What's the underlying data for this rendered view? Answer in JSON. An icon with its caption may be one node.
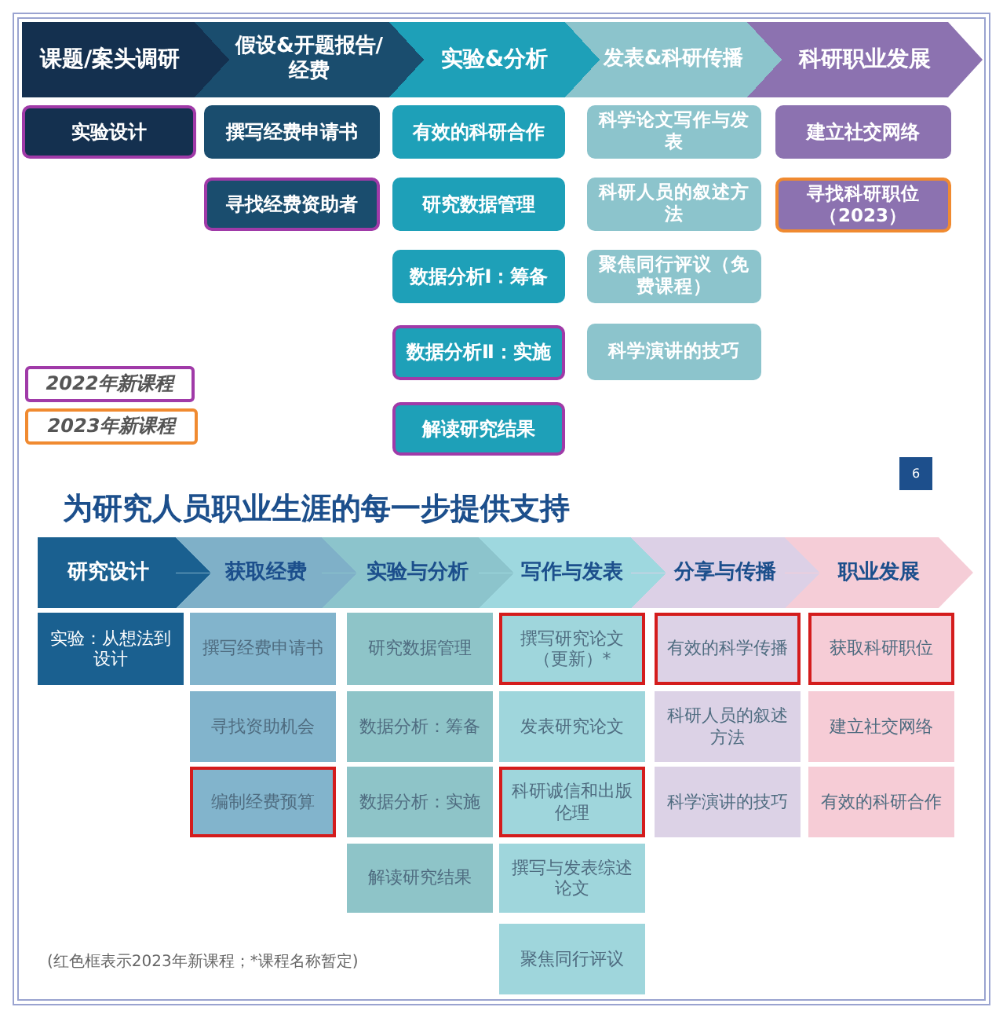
{
  "diagram": {
    "title": "为研究人员职业生涯的每一步提供支持",
    "nodes": [
      {
        "text": [
          "课题/案头调研"
        ]
      },
      {
        "text": [
          "假设&开题报告/经费"
        ]
      },
      {
        "text": [
          "实验&分析"
        ]
      },
      {
        "text": [
          "发表&科研传播"
        ]
      },
      {
        "text": [
          "科研职业发展"
        ]
      },
      {
        "text": [
          "实验设计"
        ]
      },
      {
        "text": [
          "撰写经费申请书"
        ]
      },
      {
        "text": [
          "寻找经费资助者"
        ]
      },
      {
        "text": [
          "有效的科研合作"
        ]
      },
      {
        "text": [
          "研究数据管理"
        ]
      },
      {
        "text": [
          "数据分析Ⅰ：筹备"
        ]
      },
      {
        "text": [
          "数据分析Ⅱ：实施"
        ]
      },
      {
        "text": [
          "解读研究结果"
        ]
      },
      {
        "text": [
          "科学论文写作与发表"
        ]
      },
      {
        "text": [
          "科研人员的叙述方法"
        ]
      },
      {
        "text": [
          "聚焦同行评议（免费课程）"
        ]
      },
      {
        "text": [
          "科学演讲的技巧"
        ]
      },
      {
        "text": [
          "建立社交网络"
        ]
      },
      {
        "text": [
          "寻找科研职位（2023）"
        ]
      },
      {
        "text": [
          "研究设计"
        ]
      },
      {
        "text": [
          "获取经费"
        ]
      },
      {
        "text": [
          "实验与分析"
        ]
      },
      {
        "text": [
          "写作与发表"
        ]
      },
      {
        "text": [
          "分享与传播"
        ]
      },
      {
        "text": [
          "职业发展"
        ]
      },
      {
        "text": [
          "实验：从想法到设计"
        ]
      },
      {
        "text": [
          "撰写经费申请书"
        ]
      },
      {
        "text": [
          "寻找资助机会"
        ]
      },
      {
        "text": [
          "编制经费预算"
        ]
      },
      {
        "text": [
          "研究数据管理"
        ]
      },
      {
        "text": [
          "数据分析：筹备"
        ]
      },
      {
        "text": [
          "数据分析：实施"
        ]
      },
      {
        "text": [
          "解读研究结果"
        ]
      },
      {
        "text": [
          "撰写研究论文（更新）*"
        ]
      },
      {
        "text": [
          "发表研究论文"
        ]
      },
      {
        "text": [
          "科研诚信和出版伦理"
        ]
      },
      {
        "text": [
          "撰写与发表综述论文"
        ]
      },
      {
        "text": [
          "聚焦同行评议"
        ]
      },
      {
        "text": [
          "有效的科学传播"
        ]
      },
      {
        "text": [
          "科研人员的叙述方法"
        ]
      },
      {
        "text": [
          "科学演讲的技巧"
        ]
      },
      {
        "text": [
          "获取科研职位"
        ]
      },
      {
        "text": [
          "建立社交网络"
        ]
      },
      {
        "text": [
          "有效的科研合作"
        ]
      }
    ],
    "labels": [
      "6",
      "(红色框表示2023年新课程；*课程名称暂定)"
    ],
    "legend": [
      {
        "text": "2022年新课程"
      },
      {
        "text": "2023年新课程"
      }
    ]
  }
}
